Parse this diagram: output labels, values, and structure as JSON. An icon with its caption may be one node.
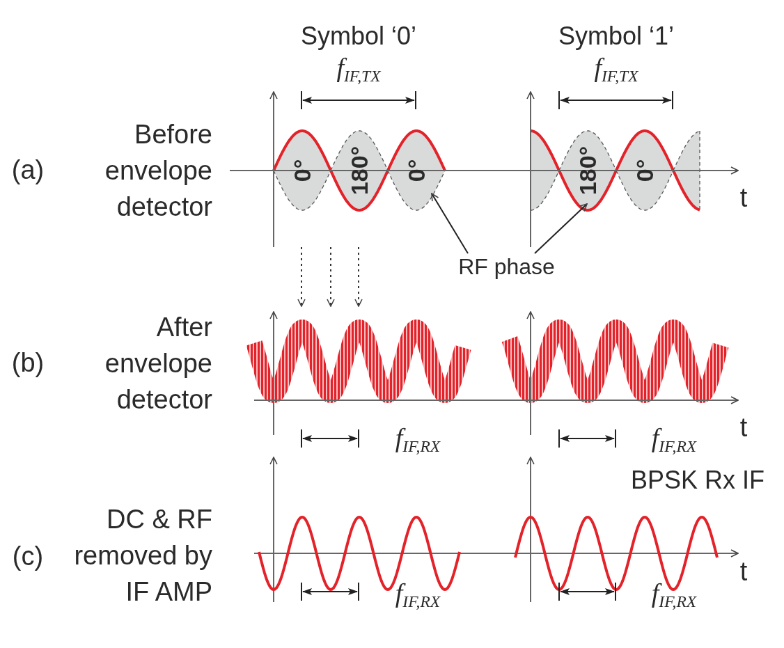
{
  "diagram": {
    "nodes": [
      {
        "text": [
          "0°"
        ]
      },
      {
        "text": [
          "180°"
        ]
      },
      {
        "text": [
          "0°"
        ]
      },
      {
        "text": [],
        "shape": "lens"
      },
      {
        "text": [
          "180°"
        ]
      },
      {
        "text": [
          "0°"
        ]
      },
      {
        "text": [],
        "shape": "lens"
      },
      {
        "text": [
          "RF phase"
        ]
      }
    ],
    "edges": [
      {
        "from": 7,
        "to": 2,
        "arrow": "to"
      },
      {
        "from": 7,
        "to": 4,
        "arrow": "to"
      }
    ],
    "labels": [
      "Symbol ‘0’",
      "Symbol ‘1’",
      "f$_{IF,TX}$",
      "f$_{IF,TX}$",
      "(a)",
      "Before envelope detector",
      "t",
      "(b)",
      "After envelope detector",
      "f$_{IF,RX}$",
      "f$_{IF,RX}$",
      "t",
      "BPSK Rx IF",
      "(c)",
      "DC & RF removed by IF AMP",
      "f$_{IF,RX}$",
      "f$_{IF,RX}$",
      "t"
    ]
  }
}
